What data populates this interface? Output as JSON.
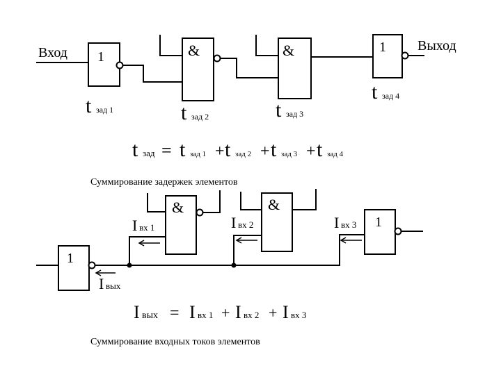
{
  "top": {
    "input_label": "Вход",
    "output_label": "Выход",
    "gates": [
      {
        "symbol": "1"
      },
      {
        "symbol": "&"
      },
      {
        "symbol": "&"
      },
      {
        "symbol": "1"
      }
    ],
    "delay_labels": [
      {
        "main": "t",
        "sub": "зад 1"
      },
      {
        "main": "t",
        "sub": "зад 2"
      },
      {
        "main": "t",
        "sub": "зад 3"
      },
      {
        "main": "t",
        "sub": "зад 4"
      }
    ],
    "formula": {
      "lhs_main": "t",
      "lhs_sub": "зад",
      "eq": "=",
      "terms": [
        {
          "main": "t",
          "sub": "зад 1"
        },
        {
          "main": "t",
          "sub": "зад 2"
        },
        {
          "main": "t",
          "sub": "зад 3"
        },
        {
          "main": "t",
          "sub": "зад 4"
        }
      ],
      "plus": "+"
    },
    "caption": "Суммирование задержек элементов"
  },
  "bottom": {
    "gates": [
      {
        "symbol": "1"
      },
      {
        "symbol": "&"
      },
      {
        "symbol": "&"
      },
      {
        "symbol": "1"
      }
    ],
    "currents": [
      {
        "main": "I",
        "sub": "вх 1"
      },
      {
        "main": "I",
        "sub": "вх 2"
      },
      {
        "main": "I",
        "sub": "вх 3"
      }
    ],
    "output_current": {
      "main": "I",
      "sub": "вых"
    },
    "formula": {
      "lhs_main": "I",
      "lhs_sub": "вых",
      "eq": "=",
      "terms": [
        {
          "main": "I",
          "sub": "вх 1"
        },
        {
          "main": "I",
          "sub": "вх 2"
        },
        {
          "main": "I",
          "sub": "вх 3"
        }
      ],
      "plus": "+"
    },
    "caption": "Суммирование входных токов элементов"
  }
}
